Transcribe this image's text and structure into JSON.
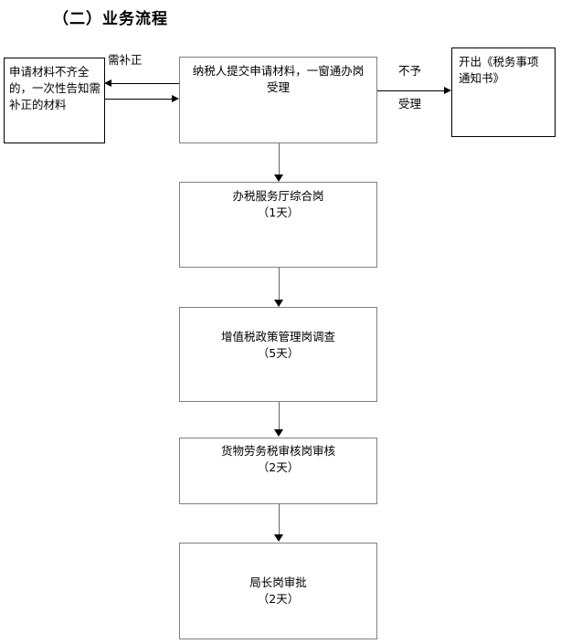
{
  "title": "（二）业务流程",
  "flow": {
    "nodes": [
      {
        "id": "supplement-note",
        "text": "申请材料不齐全的，一次性告知需补正的材料",
        "border_color": "#000000"
      },
      {
        "id": "intake",
        "text": "纳税人提交申请材料，一窗通办岗受理",
        "border_color": "#808080"
      },
      {
        "id": "reject-notice",
        "text": "开出《税务事项通知书》",
        "border_color": "#000000"
      },
      {
        "id": "service-hall",
        "text": "办税服务厅综合岗",
        "duration": "（1天）",
        "border_color": "#808080"
      },
      {
        "id": "vat-policy",
        "text": "增值税政策管理岗调查",
        "duration": "（5天）",
        "border_color": "#808080"
      },
      {
        "id": "goods-service-tax",
        "text": "货物劳务税审核岗审核",
        "duration": "（2天）",
        "border_color": "#808080"
      },
      {
        "id": "director-approval",
        "text": "局长岗审批",
        "duration": "（2天）",
        "border_color": "#808080"
      }
    ],
    "edges": [
      {
        "id": "need-supplement",
        "label": "需补正"
      },
      {
        "id": "not-accepted-line1",
        "label": "不予"
      },
      {
        "id": "not-accepted-line2",
        "label": "受理"
      }
    ]
  }
}
